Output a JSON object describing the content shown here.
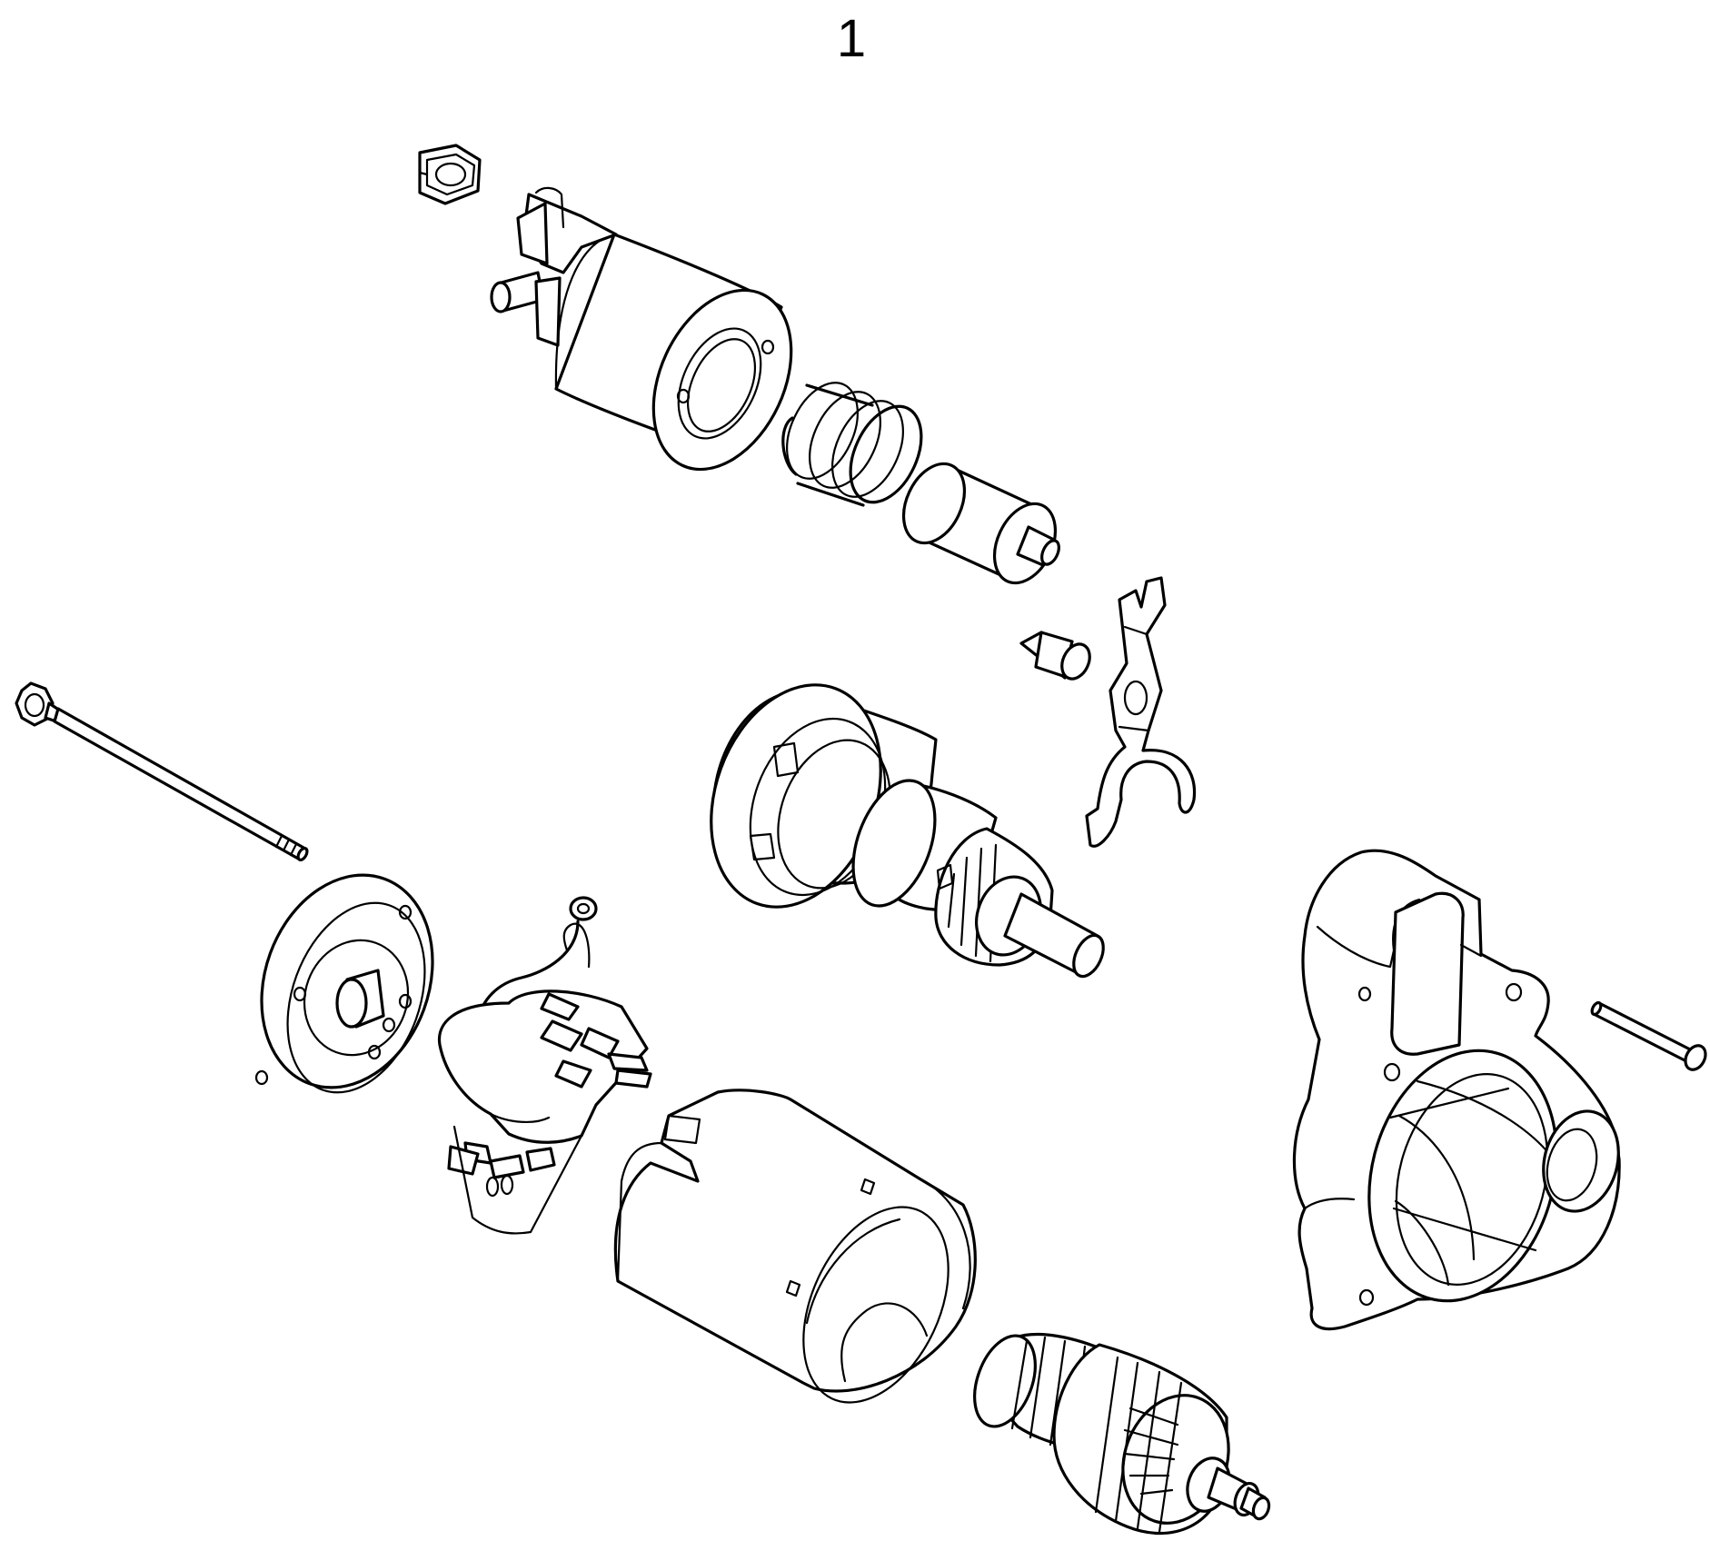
{
  "diagram": {
    "callout_label": "1",
    "colors": {
      "line": "#000000",
      "background": "#ffffff"
    },
    "parts": [
      "hex-nut",
      "solenoid-switch",
      "return-spring",
      "plunger",
      "lever-pivot-cap",
      "shift-fork-lever",
      "through-bolt",
      "rear-end-plate",
      "brush-holder",
      "overrunning-clutch-drive",
      "yoke-field-frame",
      "armature",
      "drive-end-housing",
      "mounting-screw"
    ]
  }
}
